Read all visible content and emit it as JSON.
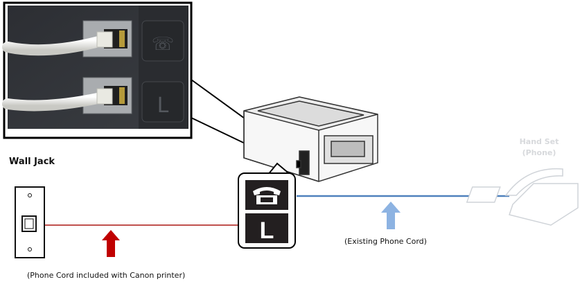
{
  "labels": {
    "wall_jack": "Wall Jack",
    "handset_line1": "Hand Set",
    "handset_line2": "(Phone)",
    "existing_cord": "(Existing Phone Cord)",
    "canon_cord": "(Phone Cord included with Canon printer)"
  },
  "port_labels": {
    "line_port": "L"
  },
  "icons": {
    "phone_port": "telephone-icon",
    "line_port": "line-l-icon",
    "wall_jack": "wall-jack-icon",
    "printer": "printer-icon",
    "handset": "handset-phone-icon",
    "up_arrow": "up-arrow-icon"
  },
  "colors": {
    "canon_cord_line": "#c0504d",
    "existing_cord_line": "#4f81bd",
    "canon_arrow": "#c00000",
    "existing_arrow": "#8db3e2",
    "handset_label": "#d7d9dc"
  }
}
